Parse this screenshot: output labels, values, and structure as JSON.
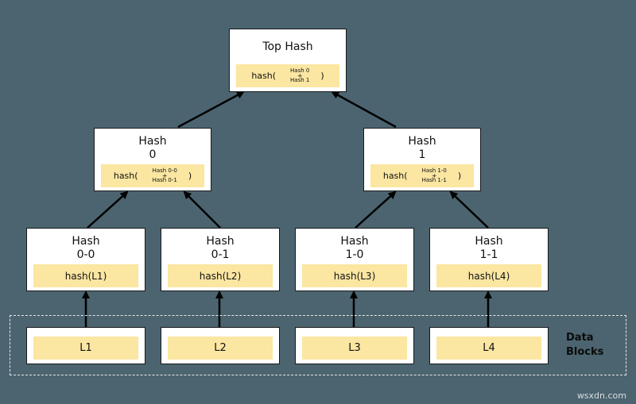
{
  "top": {
    "title": "Top Hash",
    "fn": "hash(",
    "close": ")",
    "a": "Hash 0",
    "plus": "+",
    "b": "Hash 1"
  },
  "hash0": {
    "title1": "Hash",
    "title2": "0",
    "fn": "hash(",
    "close": ")",
    "a": "Hash 0-0",
    "plus": "+",
    "b": "Hash 0-1"
  },
  "hash1": {
    "title1": "Hash",
    "title2": "1",
    "fn": "hash(",
    "close": ")",
    "a": "Hash 1-0",
    "plus": "+",
    "b": "Hash 1-1"
  },
  "leaves_hash": [
    {
      "title1": "Hash",
      "title2": "0-0",
      "value": "hash(L1)"
    },
    {
      "title1": "Hash",
      "title2": "0-1",
      "value": "hash(L2)"
    },
    {
      "title1": "Hash",
      "title2": "1-0",
      "value": "hash(L3)"
    },
    {
      "title1": "Hash",
      "title2": "1-1",
      "value": "hash(L4)"
    }
  ],
  "data_blocks": [
    "L1",
    "L2",
    "L3",
    "L4"
  ],
  "data_label": {
    "line1": "Data",
    "line2": "Blocks"
  },
  "watermark": "wsxdn.com",
  "colors": {
    "background": "#4b6470",
    "hash_fill": "#fbe6a2",
    "node_fill": "#ffffff",
    "arrow": "#000000"
  }
}
